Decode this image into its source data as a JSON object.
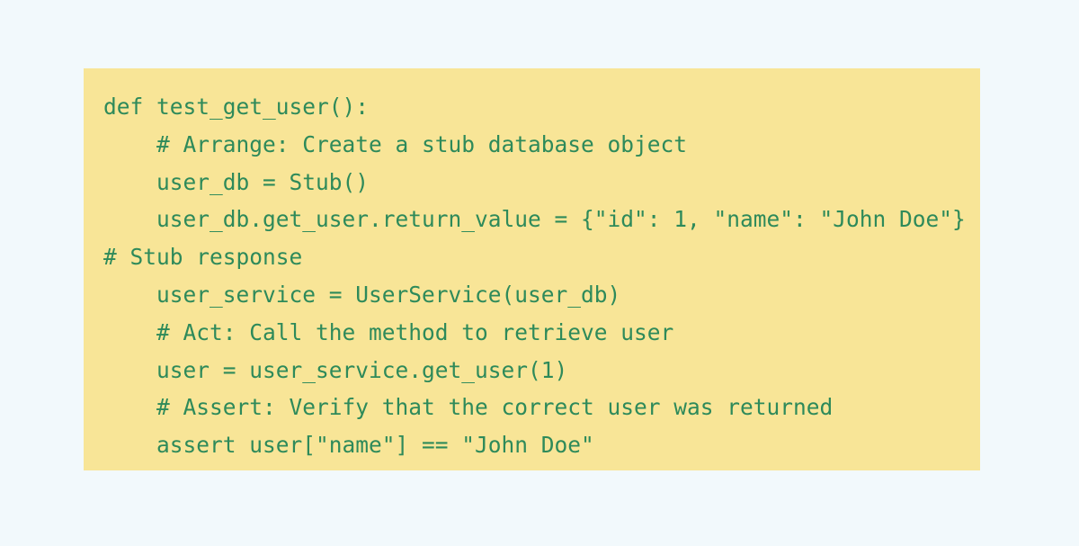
{
  "colors": {
    "page_background": "#f2f9fc",
    "code_background": "#f8e597",
    "code_text": "#2e8a5a"
  },
  "code": {
    "language": "python",
    "lines": [
      "def test_get_user():",
      "    # Arrange: Create a stub database object",
      "    user_db = Stub()",
      "    user_db.get_user.return_value = {\"id\": 1, \"name\": \"John Doe\"}",
      "# Stub response",
      "    user_service = UserService(user_db)",
      "    # Act: Call the method to retrieve user",
      "    user = user_service.get_user(1)",
      "    # Assert: Verify that the correct user was returned",
      "    assert user[\"name\"] == \"John Doe\""
    ]
  }
}
